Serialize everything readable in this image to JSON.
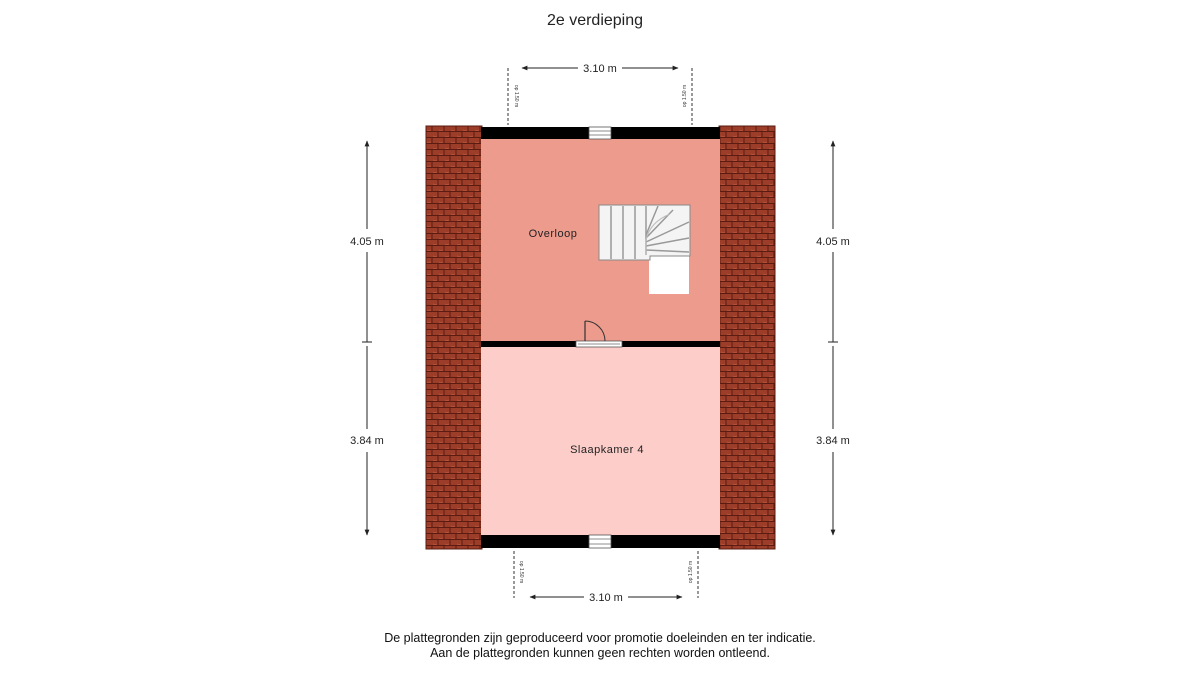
{
  "title": "2e verdieping",
  "rooms": {
    "overloop": "Overloop",
    "slaapkamer": "Slaapkamer 4"
  },
  "dimensions": {
    "top_width": "3.10 m",
    "bottom_width": "3.10 m",
    "left_upper": "4.05 m",
    "left_lower": "3.84 m",
    "right_upper": "4.05 m",
    "right_lower": "3.84 m"
  },
  "height_markers": {
    "top_left": "op 1.50 m",
    "top_right": "op 1.50 m",
    "bottom_left": "op 1.50 m",
    "bottom_right": "op 1.50 m"
  },
  "disclaimer": {
    "line1": "De plattegronden zijn geproduceerd voor promotie doeleinden en ter indicatie.",
    "line2": "Aan de plattegronden kunnen geen rechten worden ontleend."
  },
  "colors": {
    "overloop_fill": "#ec9b8d",
    "slaapkamer_fill": "#fccdc9",
    "roof_tile": "#9c3d2a",
    "roof_line": "#5a1c10",
    "wall": "#000000"
  }
}
